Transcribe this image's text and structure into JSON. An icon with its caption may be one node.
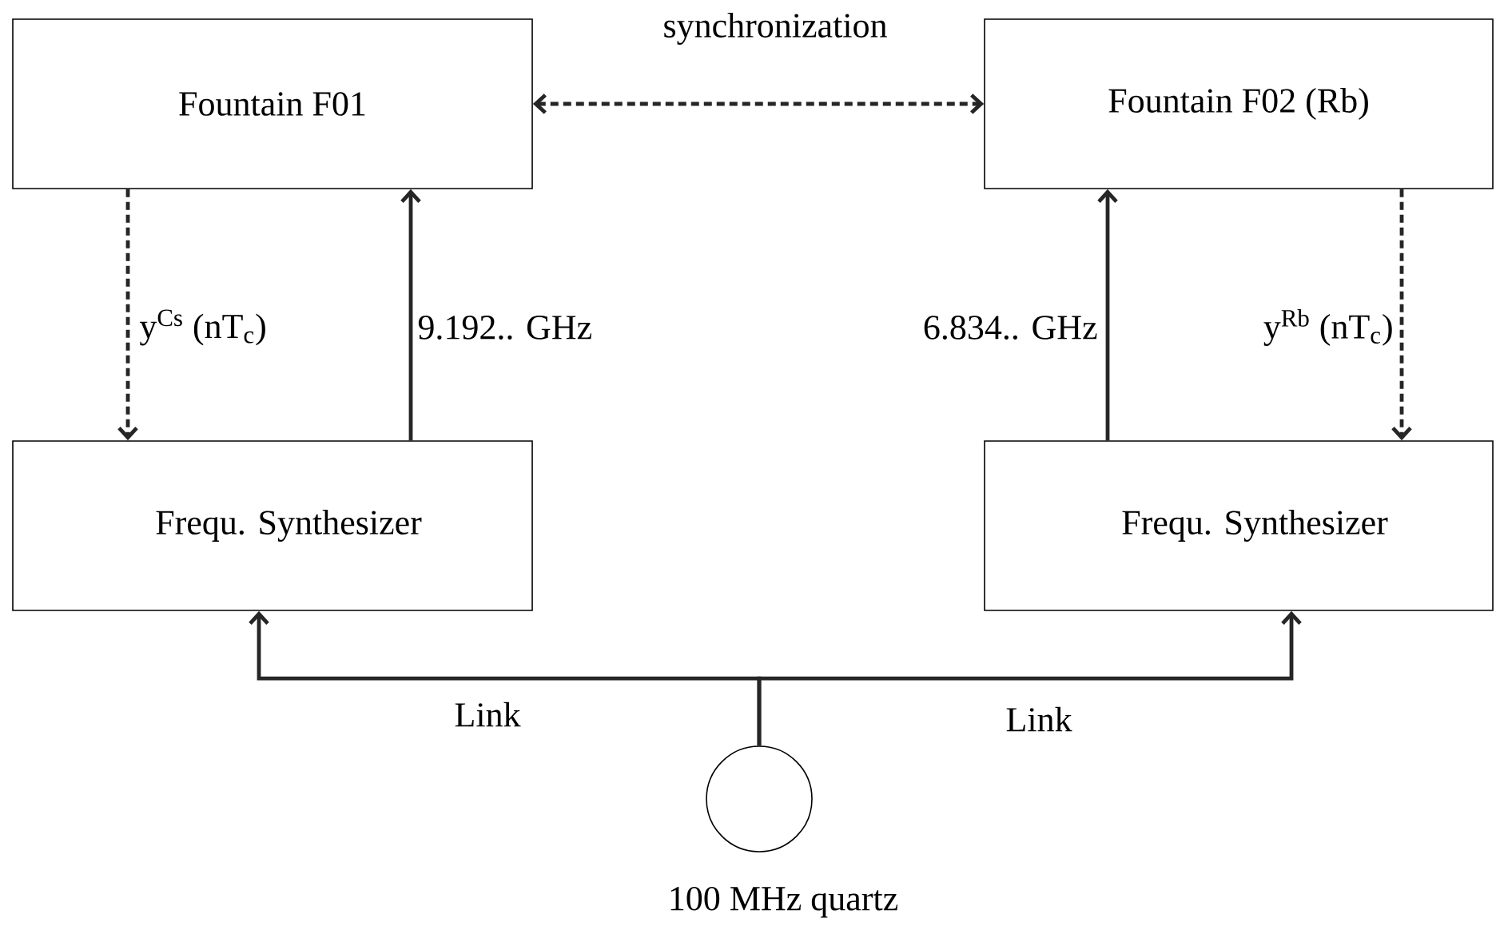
{
  "diagram": {
    "nodes": [
      {
        "text": [
          "Fountain F01"
        ]
      },
      {
        "text": [
          "Fountain F02 (Rb)"
        ]
      },
      {
        "text": [
          "Frequ. Synthesizer"
        ]
      },
      {
        "text": [
          "Frequ. Synthesizer"
        ]
      },
      {
        "text": [],
        "shape": "circle",
        "beside": [
          "100 MHz quartz"
        ]
      }
    ],
    "edges": [
      {
        "from": 0,
        "to": 1,
        "arrow": "both",
        "style": "dashed",
        "label": "synchronization"
      },
      {
        "from": 0,
        "to": 2,
        "arrow": "to",
        "style": "dashed",
        "label": "y$^{Cs}$ (nT$_{c}$)"
      },
      {
        "from": 2,
        "to": 0,
        "arrow": "to",
        "label": "9.192.. GHz"
      },
      {
        "from": 3,
        "to": 1,
        "arrow": "to",
        "label": "6.834.. GHz"
      },
      {
        "from": 1,
        "to": 3,
        "arrow": "to",
        "style": "dashed",
        "label": "y$^{Rb}$ (nT$_{c}$)"
      },
      {
        "from": 4,
        "to": 2,
        "arrow": "to",
        "label": "Link"
      },
      {
        "from": 4,
        "to": 3,
        "arrow": "to",
        "label": "Link"
      }
    ]
  }
}
